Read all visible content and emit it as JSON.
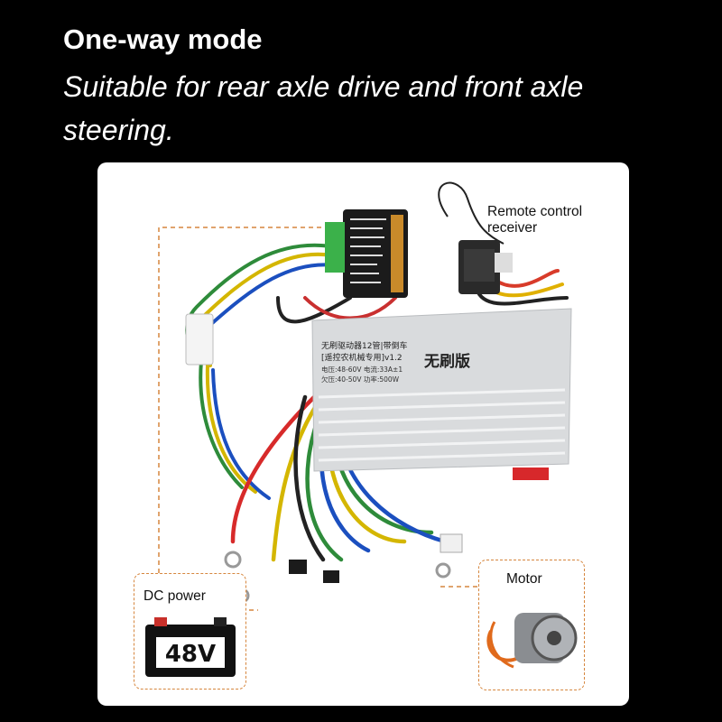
{
  "header": {
    "title": "One-way mode",
    "subtitle": "Suitable for rear axle drive and front axle steering."
  },
  "labels": {
    "remote_line1": "Remote control",
    "remote_line2": "receiver",
    "dc_power": "DC power",
    "motor": "Motor"
  },
  "controller": {
    "line1": "无刷驱动器12管|带倒车",
    "line2": "[遥控农机械专用]v1.2",
    "line3": "电压:48-60V   电流:33A±1",
    "line4": "欠压:40-50V   功率:500W",
    "badge": "无刷版"
  },
  "battery": {
    "voltage": "48V"
  },
  "colors": {
    "background": "#000000",
    "panel": "#ffffff",
    "dashed_accent": "#d6863e"
  }
}
